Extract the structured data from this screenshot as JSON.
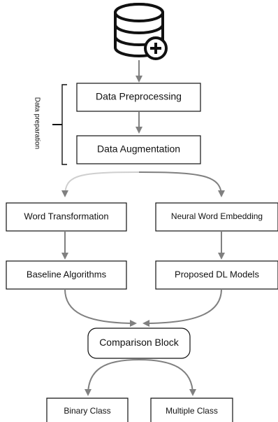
{
  "side_label": "Data preparation",
  "nodes": {
    "preprocessing": "Data Preprocessing",
    "augmentation": "Data Augmentation",
    "word_transformation": "Word Transformation",
    "neural_word_embedding": "Neural Word Embedding",
    "baseline_algorithms": "Baseline Algorithms",
    "proposed_dl_models": "Proposed DL Models",
    "comparison_block": "Comparison Block",
    "binary_class": "Binary Class",
    "multiple_class": "Multiple Class"
  },
  "colors": {
    "arrow": "#808080",
    "box_border": "#111111",
    "text": "#111111",
    "background": "#ffffff"
  },
  "icons": {
    "top": "database-add-icon"
  }
}
